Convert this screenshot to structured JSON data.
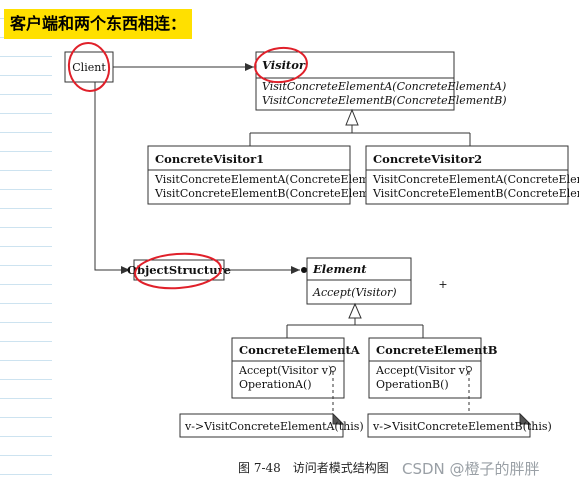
{
  "heading": "客户端和两个东西相连：",
  "client": {
    "label": "Client"
  },
  "visitor": {
    "name": "Visitor",
    "operations": [
      "VisitConcreteElementA(ConcreteElementA)",
      "VisitConcreteElementB(ConcreteElementB)"
    ]
  },
  "concrete_visitor_1": {
    "name": "ConcreteVisitor1",
    "operations": [
      "VisitConcreteElementA(ConcreteElementA)",
      "VisitConcreteElementB(ConcreteElementB)"
    ]
  },
  "concrete_visitor_2": {
    "name": "ConcreteVisitor2",
    "operations": [
      "VisitConcreteElementA(ConcreteElementA)",
      "VisitConcreteElementB(ConcreteElementB)"
    ]
  },
  "object_structure": {
    "label": "ObjectStructure"
  },
  "element": {
    "name": "Element",
    "operations": [
      "Accept(Visitor)"
    ]
  },
  "concrete_element_a": {
    "name": "ConcreteElementA",
    "operations": [
      "Accept(Visitor v)",
      "OperationA()"
    ],
    "note": "v->VisitConcreteElementA(this)"
  },
  "concrete_element_b": {
    "name": "ConcreteElementB",
    "operations": [
      "Accept(Visitor v)",
      "OperationB()"
    ],
    "note": "v->VisitConcreteElementB(this)"
  },
  "plus_mark": "+",
  "caption": "图 7-48　访问者模式结构图",
  "watermark": "CSDN @橙子的胖胖",
  "colors": {
    "highlight": "#ffe000",
    "annotation_circle": "#e0202a",
    "line": "#333333"
  }
}
